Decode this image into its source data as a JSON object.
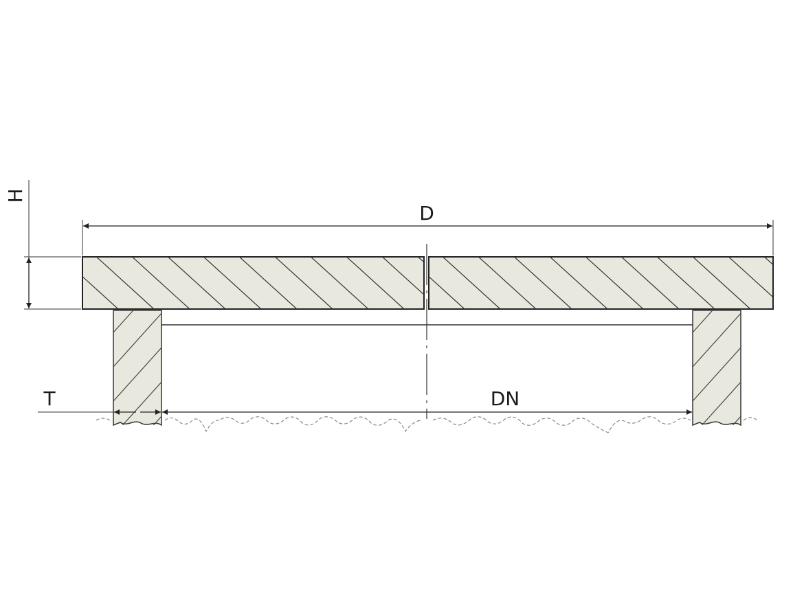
{
  "drawing": {
    "labels": {
      "diameter": "D",
      "height": "H",
      "thickness": "T",
      "nominal_diameter": "DN"
    }
  }
}
